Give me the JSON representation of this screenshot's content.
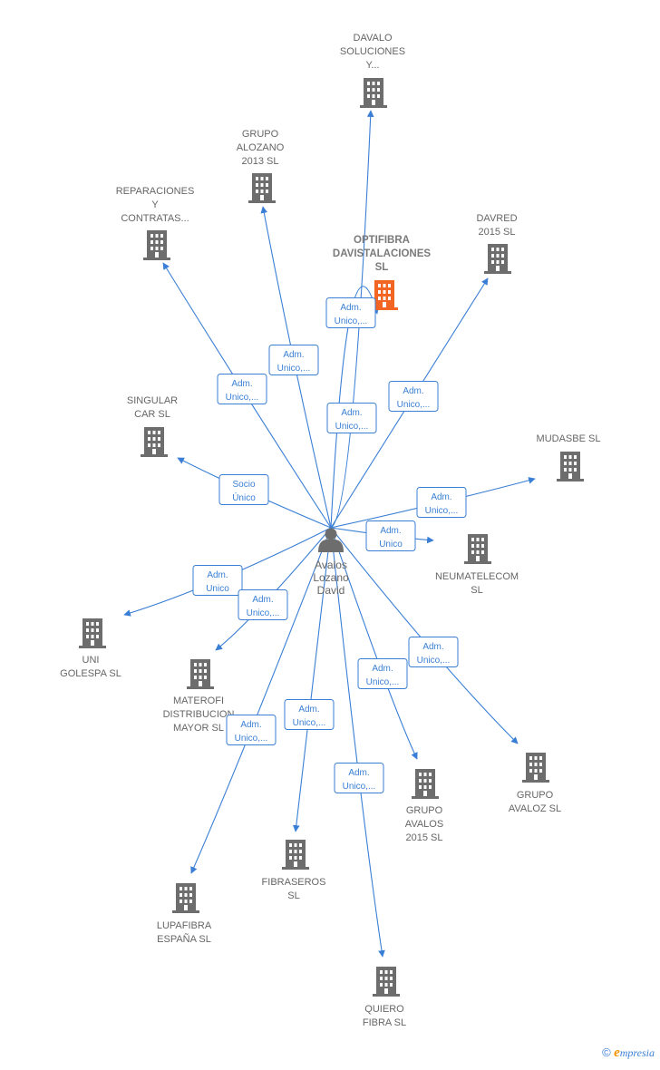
{
  "center": {
    "id": "avalos",
    "label_lines": [
      "Avalos",
      "Lozano",
      "David"
    ],
    "icon": "person-icon"
  },
  "nodes": [
    {
      "id": "davalo",
      "label_lines": [
        "DAVALO",
        "SOLUCIONES",
        "Y..."
      ],
      "focus": false
    },
    {
      "id": "grupo-alozano",
      "label_lines": [
        "GRUPO",
        "ALOZANO",
        "2013  SL"
      ],
      "focus": false
    },
    {
      "id": "reparaciones",
      "label_lines": [
        "REPARACIONES",
        "Y",
        "CONTRATAS..."
      ],
      "focus": false
    },
    {
      "id": "optifibra",
      "label_lines": [
        "OPTIFIBRA",
        "DAVISTALACIONES",
        "SL"
      ],
      "focus": true
    },
    {
      "id": "davred",
      "label_lines": [
        "DAVRED",
        "2015  SL"
      ],
      "focus": false
    },
    {
      "id": "singular",
      "label_lines": [
        "SINGULAR",
        "CAR  SL"
      ],
      "focus": false
    },
    {
      "id": "mudasbe",
      "label_lines": [
        "MUDASBE  SL"
      ],
      "focus": false
    },
    {
      "id": "neumatelecom",
      "label_lines": [
        "NEUMATELECOM",
        "SL"
      ],
      "focus": false
    },
    {
      "id": "uni-golespa",
      "label_lines": [
        "UNI",
        "GOLESPA  SL"
      ],
      "focus": false
    },
    {
      "id": "materofi",
      "label_lines": [
        "MATEROFI",
        "DISTRIBUCION",
        "MAYOR  SL"
      ],
      "focus": false
    },
    {
      "id": "grupo-avaloz",
      "label_lines": [
        "GRUPO",
        "AVALOZ  SL"
      ],
      "focus": false
    },
    {
      "id": "grupo-avalos",
      "label_lines": [
        "GRUPO",
        "AVALOS",
        "2015  SL"
      ],
      "focus": false
    },
    {
      "id": "fibraseros",
      "label_lines": [
        "FIBRASEROS",
        "SL"
      ],
      "focus": false
    },
    {
      "id": "lupafibra",
      "label_lines": [
        "LUPAFIBRA",
        "ESPAÑA  SL"
      ],
      "focus": false
    },
    {
      "id": "quiero-fibra",
      "label_lines": [
        "QUIERO",
        "FIBRA  SL"
      ],
      "focus": false
    }
  ],
  "relations": [
    {
      "target": "davalo",
      "label_lines": [
        "Adm.",
        "Unico,..."
      ]
    },
    {
      "target": "grupo-alozano",
      "label_lines": [
        "Adm.",
        "Unico,..."
      ]
    },
    {
      "target": "reparaciones",
      "label_lines": [
        "Adm.",
        "Unico,..."
      ]
    },
    {
      "target": "optifibra",
      "label_lines": [
        "Adm.",
        "Unico,..."
      ]
    },
    {
      "target": "davred",
      "label_lines": [
        "Adm.",
        "Unico,..."
      ]
    },
    {
      "target": "singular",
      "label_lines": [
        "Socio",
        "Único"
      ]
    },
    {
      "target": "mudasbe",
      "label_lines": [
        "Adm.",
        "Unico,..."
      ]
    },
    {
      "target": "neumatelecom",
      "label_lines": [
        "Adm.",
        "Unico"
      ]
    },
    {
      "target": "uni-golespa",
      "label_lines": [
        "Adm.",
        "Unico"
      ]
    },
    {
      "target": "materofi",
      "label_lines": [
        "Adm.",
        "Unico,..."
      ]
    },
    {
      "target": "grupo-avaloz",
      "label_lines": [
        "Adm.",
        "Unico,..."
      ]
    },
    {
      "target": "grupo-avalos",
      "label_lines": [
        "Adm.",
        "Unico,..."
      ]
    },
    {
      "target": "fibraseros",
      "label_lines": [
        "Adm.",
        "Unico,..."
      ]
    },
    {
      "target": "lupafibra",
      "label_lines": [
        "Adm.",
        "Unico,..."
      ]
    },
    {
      "target": "quiero-fibra",
      "label_lines": [
        "Adm.",
        "Unico,..."
      ]
    }
  ],
  "colors": {
    "edge": "#3a7fd5",
    "building": "#6d6d6d",
    "building_focus": "#f26522",
    "label": "#666666"
  },
  "footer": {
    "copyright_symbol": "©",
    "brand_initial": "e",
    "brand_rest": "mpresia"
  }
}
